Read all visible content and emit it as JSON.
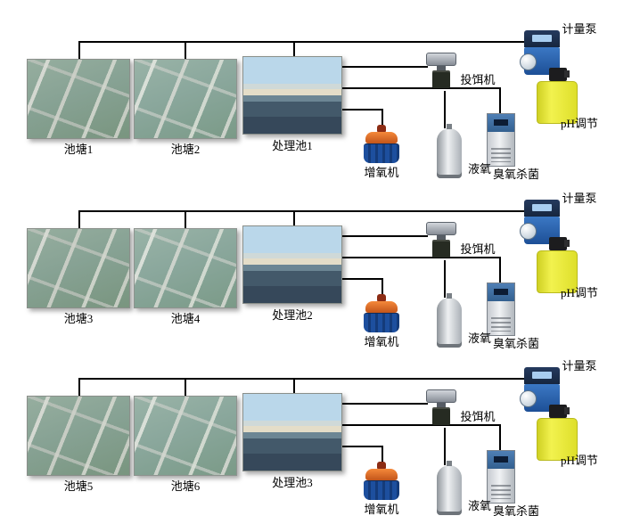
{
  "rows": [
    {
      "pond1": "池塘1",
      "pond2": "池塘2",
      "treatment": "处理池1",
      "aerator": "增氧机",
      "liquid_oxygen": "液氧",
      "feeder": "投饵机",
      "ozone": "臭氧杀菌",
      "metering_pump": "计量泵",
      "ph": "pH调节"
    },
    {
      "pond1": "池塘3",
      "pond2": "池塘4",
      "treatment": "处理池2",
      "aerator": "增氧机",
      "liquid_oxygen": "液氧",
      "feeder": "投饵机",
      "ozone": "臭氧杀菌",
      "metering_pump": "计量泵",
      "ph": "pH调节"
    },
    {
      "pond1": "池塘5",
      "pond2": "池塘6",
      "treatment": "处理池3",
      "aerator": "增氧机",
      "liquid_oxygen": "液氧",
      "feeder": "投饵机",
      "ozone": "臭氧杀菌",
      "metering_pump": "计量泵",
      "ph": "pH调节"
    }
  ],
  "colors": {
    "line": "#000000",
    "ph_tank": "#e9e929",
    "aerator_cap": "#e06a20",
    "aerator_body": "#1c4e9c",
    "pump_body": "#2b6cb8",
    "ozone_top": "#4f7fb5",
    "cylinder": "#c8ccd0"
  }
}
